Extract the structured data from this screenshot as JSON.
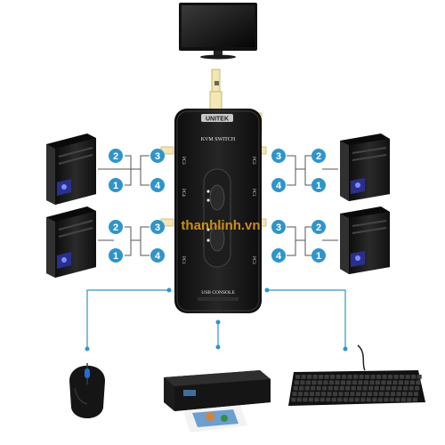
{
  "diagram": {
    "device": {
      "brand": "UNITEK",
      "title": "KVM SWITCH",
      "port_label": "USB CONSOLE",
      "pc_labels": [
        "PC1",
        "PC2",
        "PC3",
        "PC4"
      ]
    },
    "watermark": "thanhlinh.vn",
    "connector_numbers": [
      "1",
      "2",
      "3",
      "4"
    ],
    "computers": [
      "computer-top-left",
      "computer-bottom-left",
      "computer-top-right",
      "computer-bottom-right"
    ],
    "peripherals": [
      "monitor",
      "mouse",
      "printer",
      "keyboard"
    ],
    "colors": {
      "connector_blue": "#2f95c8",
      "device_body": "#141414",
      "line": "#555555",
      "watermark": "#e8a21a"
    }
  }
}
